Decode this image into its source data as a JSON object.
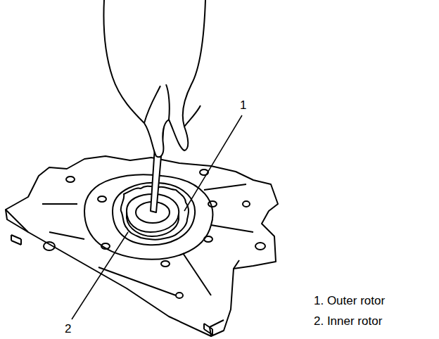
{
  "diagram": {
    "labels": [
      "1",
      "2",
      "1. Outer rotor",
      "2. Inner rotor"
    ]
  }
}
